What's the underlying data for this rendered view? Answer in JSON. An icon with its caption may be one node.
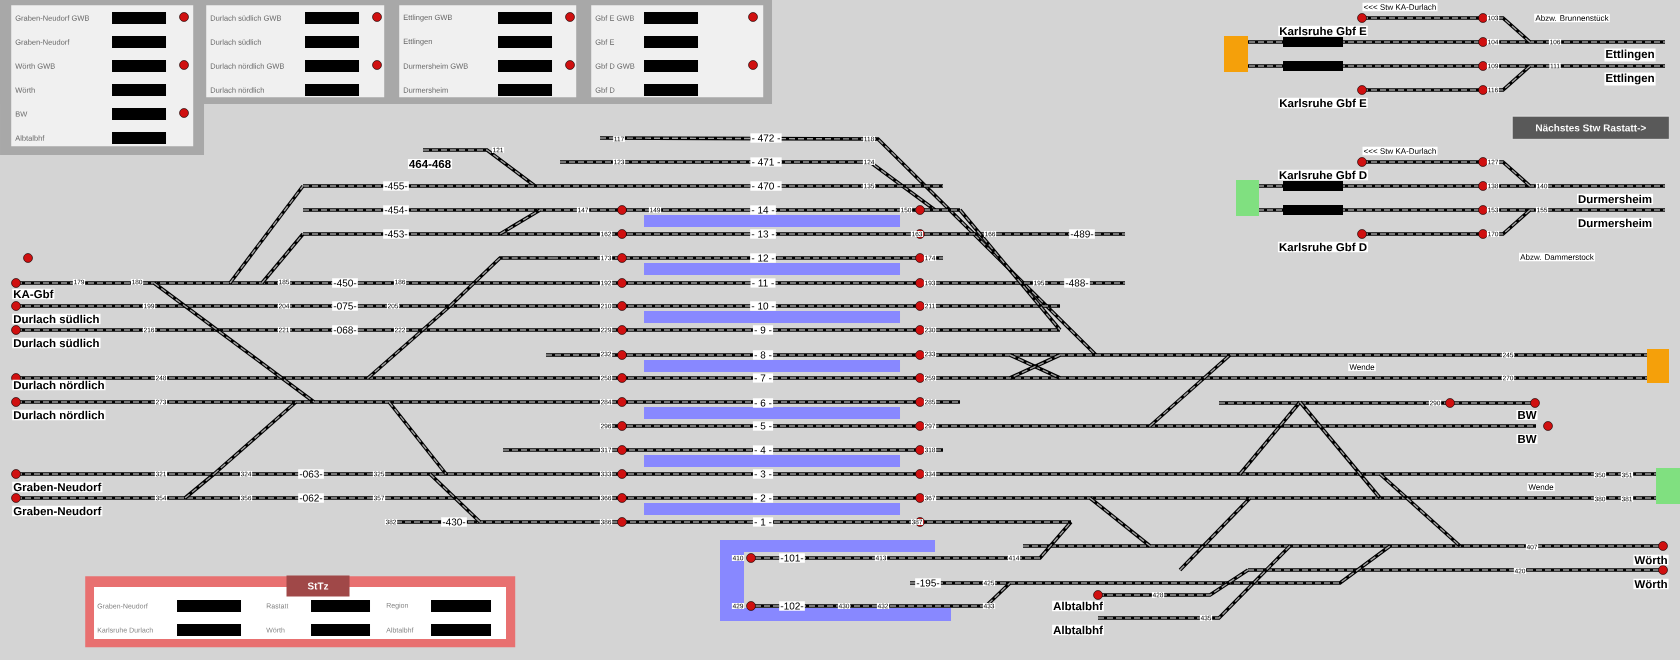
{
  "diagram": {
    "nodes": [
      {
        "text": [
          "Graben-Neudorf GWB",
          "Graben-Neudorf",
          "Wörth GWB",
          "Wörth",
          "BW",
          "Albtalbhf"
        ]
      },
      {
        "text": [
          "Durlach südlich GWB",
          "Durlach südlich",
          "Durlach nördlich GWB",
          "Durlach nördlich"
        ]
      },
      {
        "text": [
          "Ettlingen GWB",
          "Ettlingen",
          "Durmersheim GWB",
          "Durmersheim"
        ]
      },
      {
        "text": [
          "Gbf E GWB",
          "Gbf E",
          "Gbf D GWB",
          "Gbf D"
        ]
      },
      {
        "text": [
          "Nächstes Stw Rastatt->"
        ]
      },
      {
        "text": [
          "StTz",
          "Graben-Neudorf",
          "Rastatt",
          "Region",
          "Karlsruhe Durlach",
          "Wörth",
          "Albtalbhf"
        ]
      }
    ],
    "labels": [
      "<<< Stw KA-Durlach",
      "103",
      "Abzw. Brunnenstück",
      "Karlsruhe Gbf E",
      "104",
      "106",
      "Ettlingen",
      "109",
      "111",
      "Ettlingen",
      "116",
      "Karlsruhe Gbf E",
      "117",
      "- 472 -",
      "118",
      "121",
      "<<< Stw KA-Durlach",
      "464-468",
      "123",
      "- 471 -",
      "124",
      "127",
      "Karlsruhe Gbf D",
      "-455-",
      "- 470 -",
      "135",
      "138",
      "140",
      "Durmersheim",
      "-454-",
      "147",
      "149",
      "- 14 -",
      "150",
      "153",
      "155",
      "Durmersheim",
      "-453-",
      "162",
      "- 13 -",
      "163",
      "166",
      "-489-",
      "170",
      "Karlsruhe Gbf D",
      "173",
      "- 12 -",
      "174",
      "Abzw. Dammerstock",
      "179",
      "180",
      "185",
      "-450-",
      "186",
      "192",
      "- 11 -",
      "193",
      "195",
      "-488-",
      "KA-Gbf",
      "199",
      "204",
      "-075-",
      "205",
      "210",
      "- 10 -",
      "211",
      "Durlach südlich",
      "216",
      "221",
      "-068-",
      "222",
      "229",
      "- 9 -",
      "230",
      "Durlach südlich",
      "232",
      "- 8 -",
      "233",
      "245",
      "Wende",
      "248",
      "258",
      "- 7 -",
      "259",
      "270",
      "Durlach nördlich",
      "273",
      "284",
      "- 6 -",
      "285",
      "290",
      "Durlach nördlich",
      "BW",
      "296",
      "- 5 -",
      "297",
      "BW",
      "317",
      "- 4 -",
      "318",
      "321",
      "324",
      "-063-",
      "325",
      "333",
      "- 3 -",
      "334",
      "350",
      "351",
      "Wende",
      "Graben-Neudorf",
      "354",
      "356",
      "-062-",
      "357",
      "366",
      "- 2 -",
      "367",
      "380",
      "381",
      "Graben-Neudorf",
      "382",
      "-430-",
      "386",
      "- 1 -",
      "387",
      "407",
      "410",
      "-101-",
      "413",
      "414",
      "Wörth",
      "420",
      "425",
      "-195-",
      "Wörth",
      "428",
      "429",
      "-102-",
      "430",
      "432",
      "433",
      "Albtalbhf",
      "435",
      "Albtalbhf"
    ]
  }
}
